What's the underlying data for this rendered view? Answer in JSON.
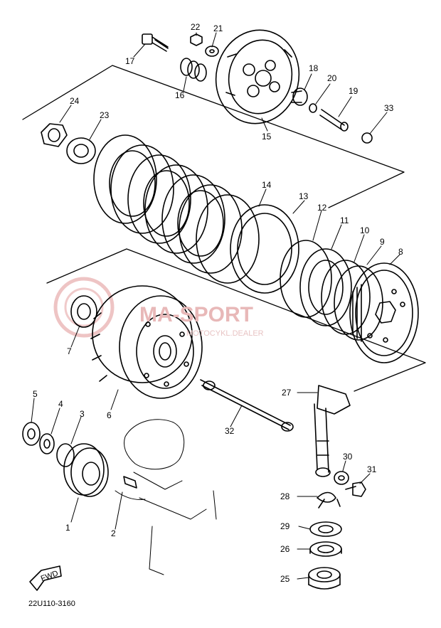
{
  "diagram": {
    "part_labels": [
      "1",
      "2",
      "3",
      "4",
      "5",
      "6",
      "7",
      "8",
      "9",
      "10",
      "11",
      "12",
      "13",
      "14",
      "15",
      "16",
      "17",
      "18",
      "19",
      "20",
      "21",
      "22",
      "23",
      "24",
      "25",
      "26",
      "27",
      "28",
      "29",
      "30",
      "31",
      "32",
      "33"
    ],
    "drawing_code": "22U110-3160",
    "front_arrow_label": "FWD",
    "watermark": {
      "main": "MA-SPORT",
      "sub": "MOTOCYKL.DEALER"
    },
    "colors": {
      "ink": "#000000",
      "watermark": "#e8b8b8",
      "background": "#ffffff"
    }
  }
}
